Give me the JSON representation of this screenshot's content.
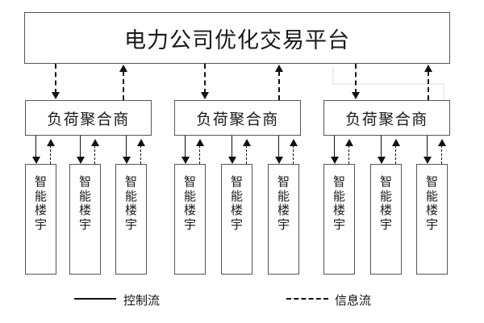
{
  "diagram": {
    "title_box": {
      "label": "电力公司优化交易平台"
    },
    "aggregators": [
      {
        "label": "负荷聚合商"
      },
      {
        "label": "负荷聚合商"
      },
      {
        "label": "负荷聚合商"
      }
    ],
    "buildings": [
      {
        "chars": [
          "智",
          "能",
          "楼",
          "宇"
        ]
      },
      {
        "chars": [
          "智",
          "能",
          "楼",
          "宇"
        ]
      },
      {
        "chars": [
          "智",
          "能",
          "楼",
          "宇"
        ]
      },
      {
        "chars": [
          "智",
          "能",
          "楼",
          "宇"
        ]
      },
      {
        "chars": [
          "智",
          "能",
          "楼",
          "宇"
        ]
      },
      {
        "chars": [
          "智",
          "能",
          "楼",
          "宇"
        ]
      },
      {
        "chars": [
          "智",
          "能",
          "楼",
          "宇"
        ]
      },
      {
        "chars": [
          "智",
          "能",
          "楼",
          "宇"
        ]
      },
      {
        "chars": [
          "智",
          "能",
          "楼",
          "宇"
        ]
      }
    ],
    "legend": {
      "control_flow_label": "控制流",
      "information_flow_label": "信息流"
    },
    "colors": {
      "box_border": "#555555",
      "line": "#111111",
      "background": "#ffffff"
    }
  }
}
